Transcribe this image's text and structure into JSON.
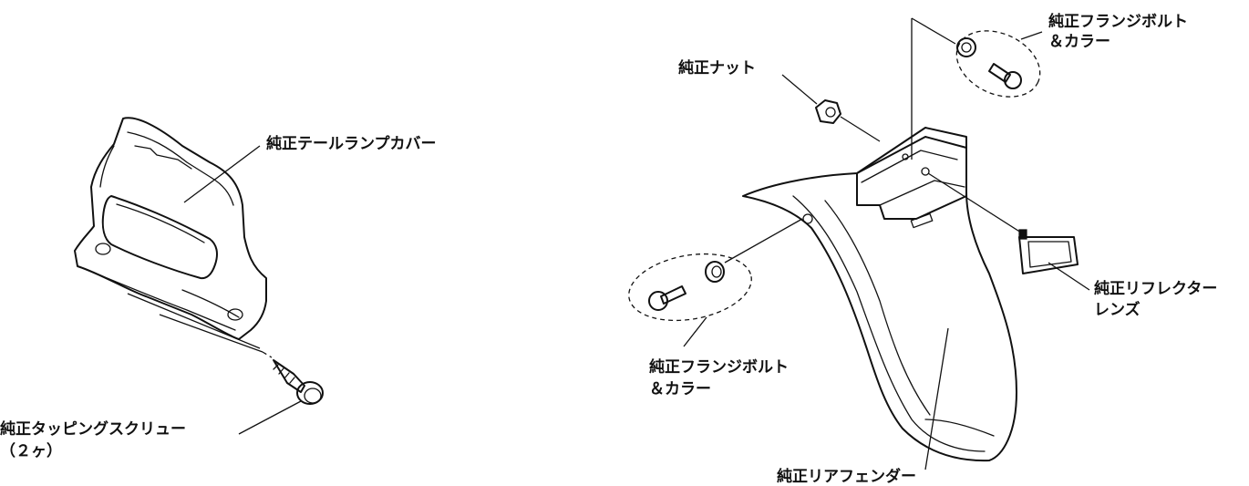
{
  "labels": {
    "tail_lamp_cover": "純正テールランプカバー",
    "tapping_screw": "純正タッピングスクリュー",
    "tapping_screw_qty": "（２ヶ）",
    "nut": "純正ナット",
    "flange_bolt_top_line1": "純正フランジボルト",
    "flange_bolt_top_line2": "＆カラー",
    "flange_bolt_left_line1": "純正フランジボルト",
    "flange_bolt_left_line2": "＆カラー",
    "reflector_line1": "純正リフレクター",
    "reflector_line2": "レンズ",
    "rear_fender": "純正リアフェンダー"
  }
}
